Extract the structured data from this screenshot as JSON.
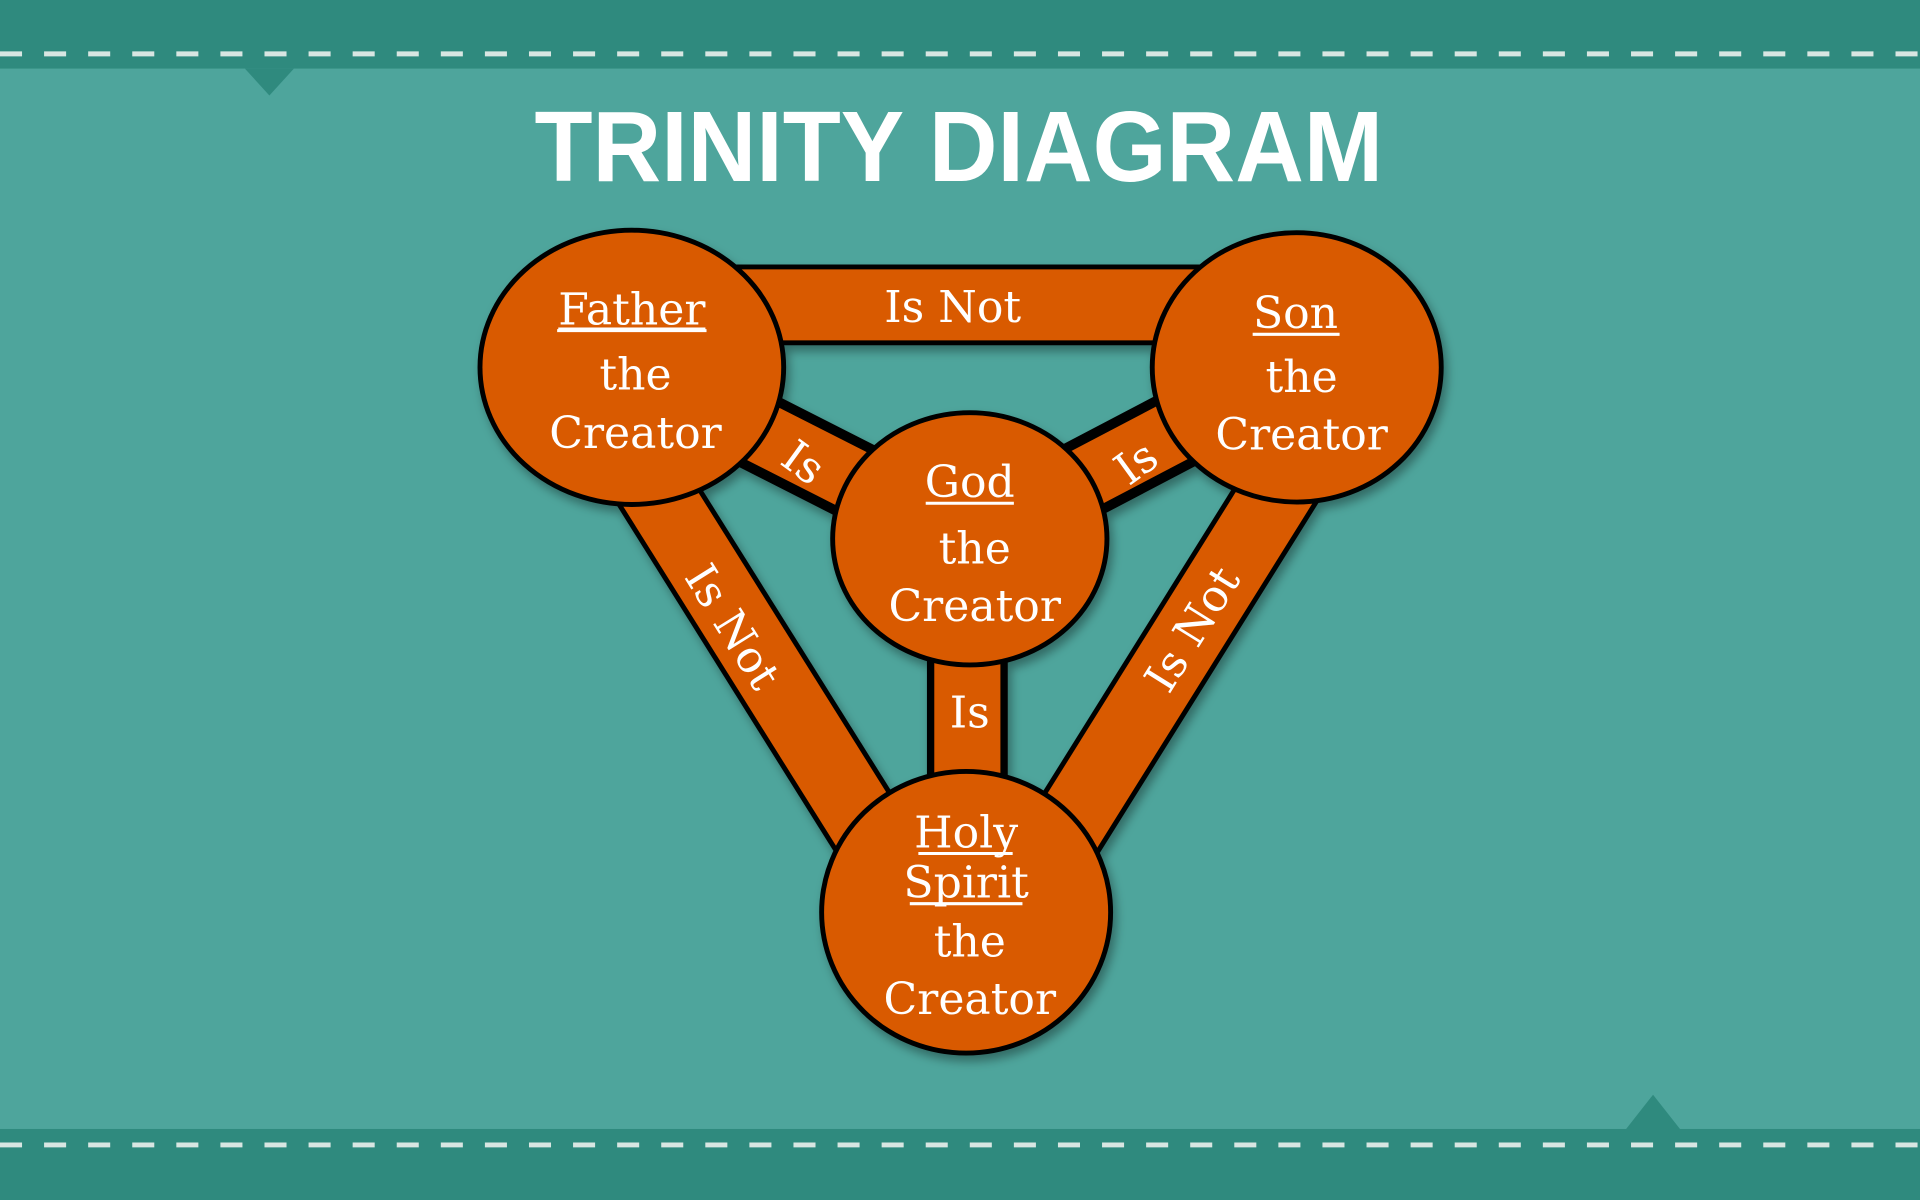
{
  "title": "TRINITY DIAGRAM",
  "colors": {
    "background": "#4ea59c",
    "band": "#2f8a7e",
    "node": "#d95a00",
    "outline": "#000000",
    "text": "#ffffff"
  },
  "nodes": {
    "father": {
      "name": "Father",
      "line2": "the",
      "line3": "Creator"
    },
    "son": {
      "name": "Son",
      "line2": "the",
      "line3": "Creator"
    },
    "god": {
      "name": "God",
      "line2": "the",
      "line3": "Creator"
    },
    "spirit": {
      "name1": "Holy",
      "name2": "Spirit",
      "line3": "the",
      "line4": "Creator"
    }
  },
  "edges": {
    "father_son": "Is Not",
    "father_spirit": "Is Not",
    "son_spirit": "Is Not",
    "father_god": "Is",
    "son_god": "Is",
    "god_spirit": "Is"
  }
}
